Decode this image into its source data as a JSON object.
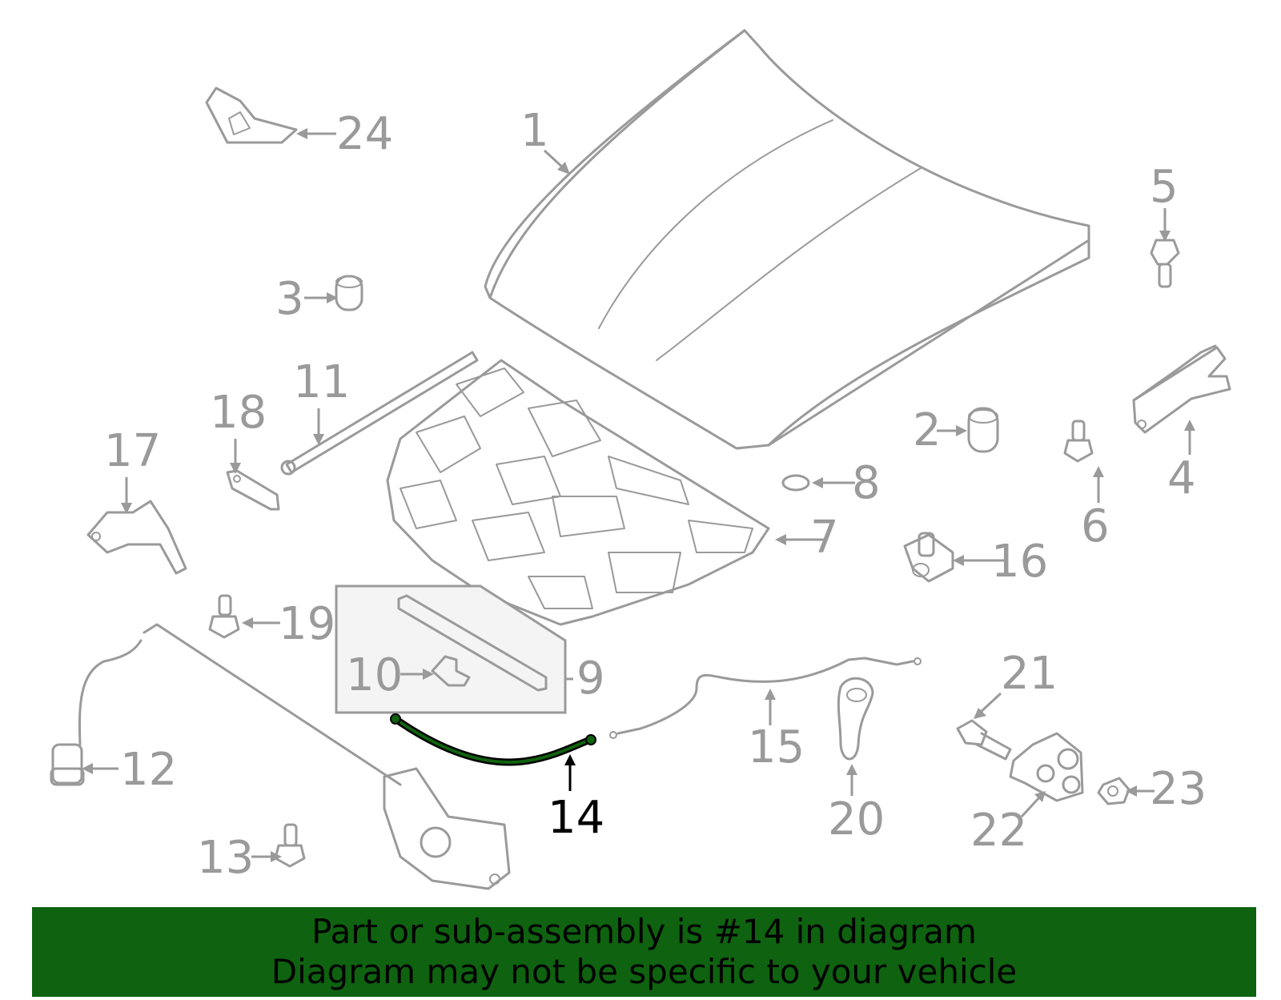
{
  "diagram": {
    "highlighted_part": "14",
    "highlight_color": "#0f6210",
    "labels": [
      "1",
      "2",
      "3",
      "4",
      "5",
      "6",
      "7",
      "8",
      "9",
      "10",
      "11",
      "12",
      "13",
      "14",
      "15",
      "16",
      "17",
      "18",
      "19",
      "20",
      "21",
      "22",
      "23",
      "24"
    ]
  },
  "banner": {
    "line1": "Part or sub-assembly is #14 in diagram",
    "line2": "Diagram may not be specific to your vehicle",
    "background": "#0f6210"
  }
}
